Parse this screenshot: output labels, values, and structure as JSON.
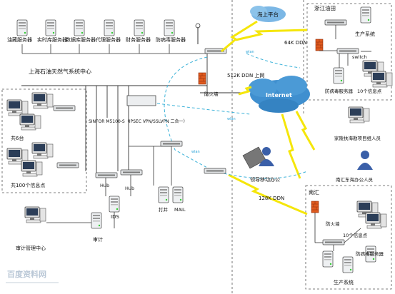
{
  "servers_top": [
    "油藏服务器",
    "实时库服务器",
    "数据库服务器",
    "代理服务器",
    "财务服务器",
    "防病毒服务器"
  ],
  "center_title": "上海石油天然气系统中心",
  "labels": {
    "sea_platform": "海上平台",
    "zhejiang_oilfield": "浙江油田",
    "ddn_64k": "64K DDN",
    "production_system_top": "生产系统",
    "switch": "switch",
    "antivirus_right": "防病毒服务器",
    "info_points_10_top": "10个信息点",
    "ddn_512k": "512K DDN 上网",
    "firewall_left": "防火墙",
    "internet": "Internet",
    "left_group_6": "共6台",
    "left_group_100": "共100个信息点",
    "sinfor": "SINFOR M5100-S（IPSEC VPN/SSLVPN 二合一）",
    "leader_mobile": "领导移动办公",
    "offshore_project": "家陵扶海勘项目组人员",
    "east_sea_office": "南汇东海办公人员",
    "hub1": "Hub",
    "hub2": "Hub",
    "ids": "IDS",
    "print": "打井",
    "mail": "MAIL",
    "audit": "审计",
    "audit_center": "审计管理中心",
    "ddn_128k": "128K DDN",
    "nanhui": "南汇",
    "firewall_right": "防火墙",
    "info_points_10_bottom": "10个信息点",
    "antivirus_bottom": "防病毒服务器",
    "production_system_bottom": "生产系统",
    "wlan_1": "wlan",
    "wlan_2": "wlan",
    "wlan_3": "wlan",
    "watermark": "百度资料网"
  },
  "colors": {
    "lightning": "#f5e60a",
    "internet_cloud": "#3f8fcf",
    "firewall": "#e05a1e",
    "vpn_path": "#3fb3d9",
    "wireless": "#2aa2d6"
  }
}
